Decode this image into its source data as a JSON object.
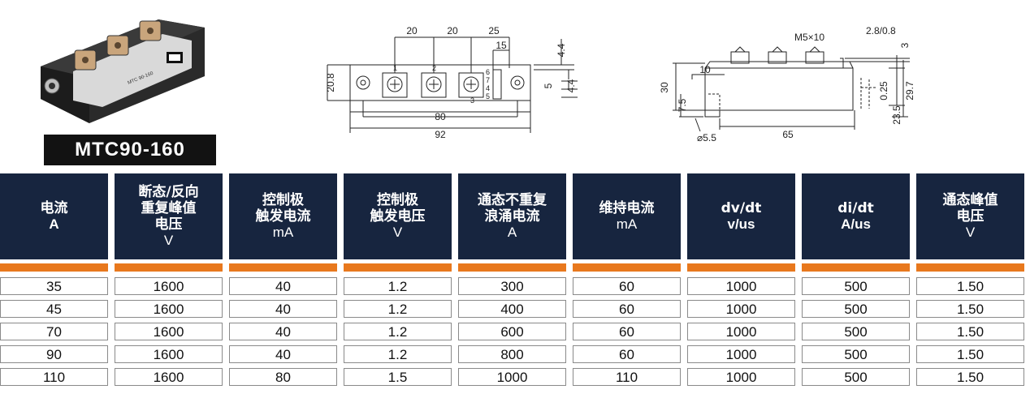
{
  "product": {
    "model": "MTC90-160",
    "module_text": "MTC 90-160"
  },
  "top_view": {
    "dims": [
      "20",
      "20",
      "25",
      "15",
      "4.4",
      "20.8",
      "5",
      "4.4",
      "80",
      "92"
    ],
    "pins": [
      "1",
      "2",
      "3",
      "6",
      "7",
      "4",
      "5"
    ]
  },
  "side_view": {
    "dims": [
      "M5×10",
      "2.8/0.8",
      "3",
      "10",
      "30",
      "7.5",
      "0.25",
      "23.5",
      "29.7",
      "65",
      "⌀5.5"
    ]
  },
  "table": {
    "headers": [
      {
        "lines": [
          "电流"
        ],
        "unit": "A",
        "unit_bold": true
      },
      {
        "lines": [
          "断态/反向",
          "重复峰值",
          "电压"
        ],
        "unit": "V",
        "unit_bold": false
      },
      {
        "lines": [
          "控制极",
          "触发电流"
        ],
        "unit": "mA",
        "unit_bold": false
      },
      {
        "lines": [
          "控制极",
          "触发电压"
        ],
        "unit": "V",
        "unit_bold": false
      },
      {
        "lines": [
          "通态不重复",
          "浪涌电流"
        ],
        "unit": "A",
        "unit_bold": false
      },
      {
        "lines": [
          "维持电流"
        ],
        "unit": "mA",
        "unit_bold": false
      },
      {
        "lines": [
          "dv/dt"
        ],
        "unit": "v/us",
        "unit_bold": true
      },
      {
        "lines": [
          "di/dt"
        ],
        "unit": "A/us",
        "unit_bold": true
      },
      {
        "lines": [
          "通态峰值",
          "电压"
        ],
        "unit": "V",
        "unit_bold": false
      }
    ],
    "rows": [
      [
        "35",
        "1600",
        "40",
        "1.2",
        "300",
        "60",
        "1000",
        "500",
        "1.50"
      ],
      [
        "45",
        "1600",
        "40",
        "1.2",
        "400",
        "60",
        "1000",
        "500",
        "1.50"
      ],
      [
        "70",
        "1600",
        "40",
        "1.2",
        "600",
        "60",
        "1000",
        "500",
        "1.50"
      ],
      [
        "90",
        "1600",
        "40",
        "1.2",
        "800",
        "60",
        "1000",
        "500",
        "1.50"
      ],
      [
        "110",
        "1600",
        "80",
        "1.5",
        "1000",
        "110",
        "1000",
        "500",
        "1.50"
      ]
    ]
  },
  "colors": {
    "header_bg": "#17253f",
    "accent": "#e8781d",
    "label_bg": "#121212"
  }
}
